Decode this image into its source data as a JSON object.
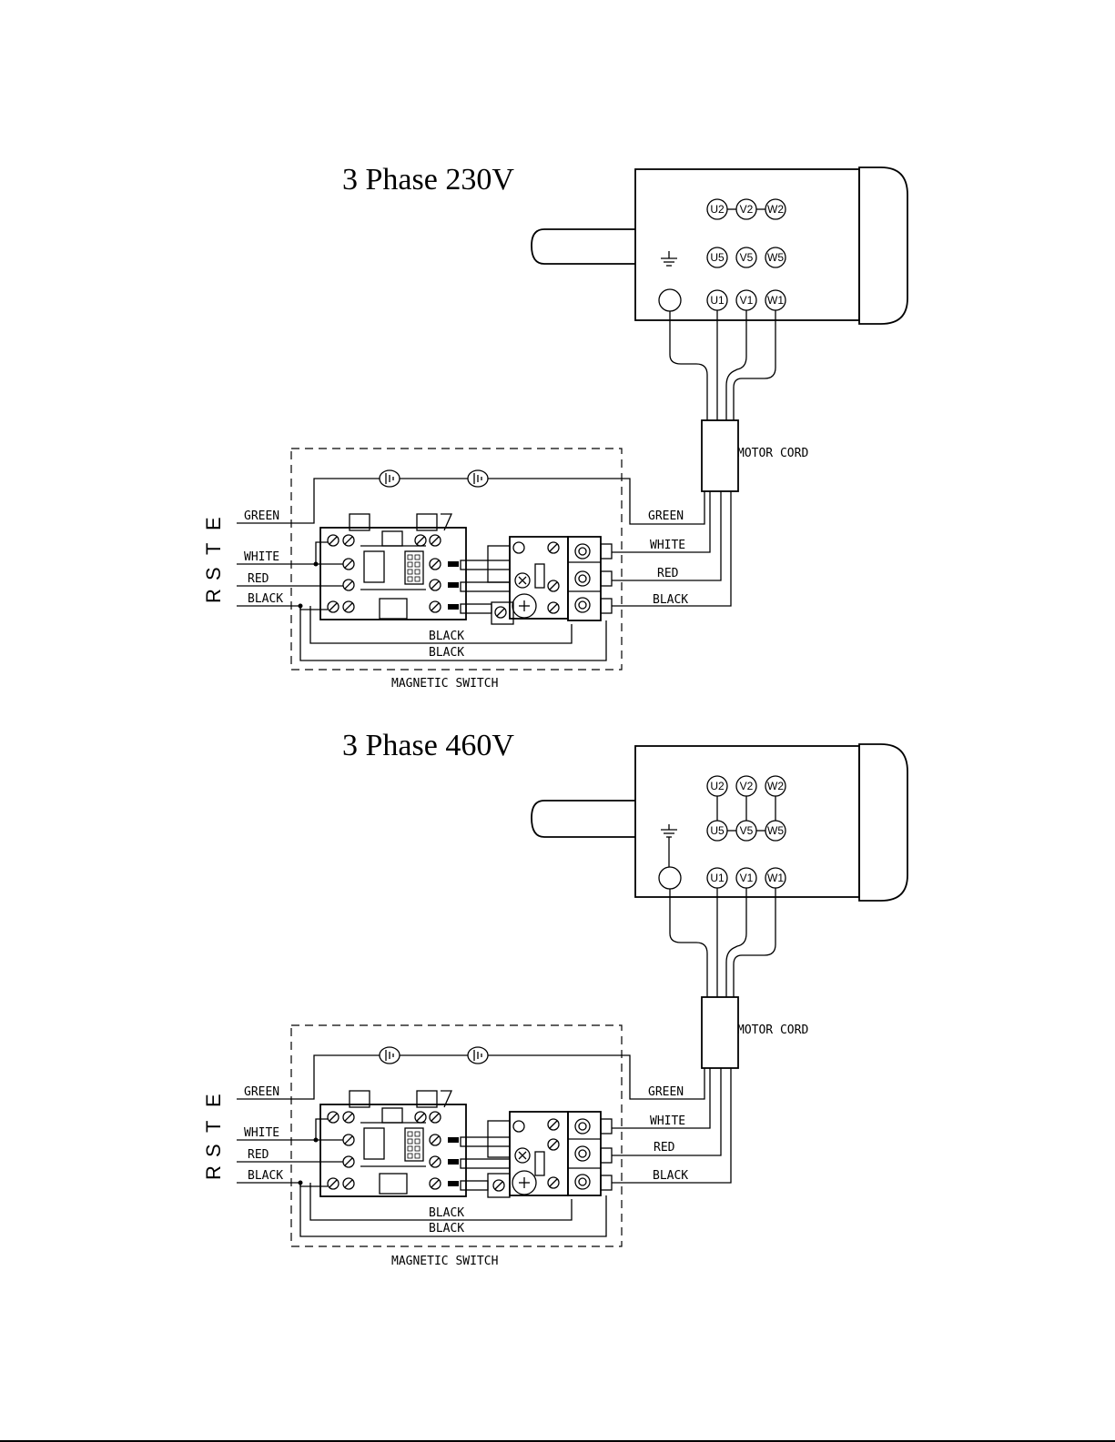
{
  "diagrams": [
    {
      "title": "3 Phase 230V",
      "motor_top_terminals": [
        "U2",
        "V2",
        "W2"
      ],
      "motor_mid_terminals": [
        "U5",
        "V5",
        "W5"
      ],
      "motor_bottom_terminals": [
        "U1",
        "V1",
        "W1"
      ],
      "motor_cord_label": "MOTOR CORD",
      "switch_label": "MAGNETIC SWITCH",
      "phase_letters": [
        "R",
        "S",
        "T",
        "E"
      ],
      "left_wires": [
        "GREEN",
        "WHITE",
        "RED",
        "BLACK"
      ],
      "right_wires": [
        "GREEN",
        "WHITE",
        "RED",
        "BLACK"
      ],
      "bottom_wires": [
        "BLACK",
        "BLACK"
      ]
    },
    {
      "title": "3 Phase 460V",
      "motor_top_terminals": [
        "U2",
        "V2",
        "W2"
      ],
      "motor_mid_terminals": [
        "U5",
        "V5",
        "W5"
      ],
      "motor_bottom_terminals": [
        "U1",
        "V1",
        "W1"
      ],
      "motor_cord_label": "MOTOR CORD",
      "switch_label": "MAGNETIC SWITCH",
      "phase_letters": [
        "R",
        "S",
        "T",
        "E"
      ],
      "left_wires": [
        "GREEN",
        "WHITE",
        "RED",
        "BLACK"
      ],
      "right_wires": [
        "GREEN",
        "WHITE",
        "RED",
        "BLACK"
      ],
      "bottom_wires": [
        "BLACK",
        "BLACK"
      ]
    }
  ]
}
